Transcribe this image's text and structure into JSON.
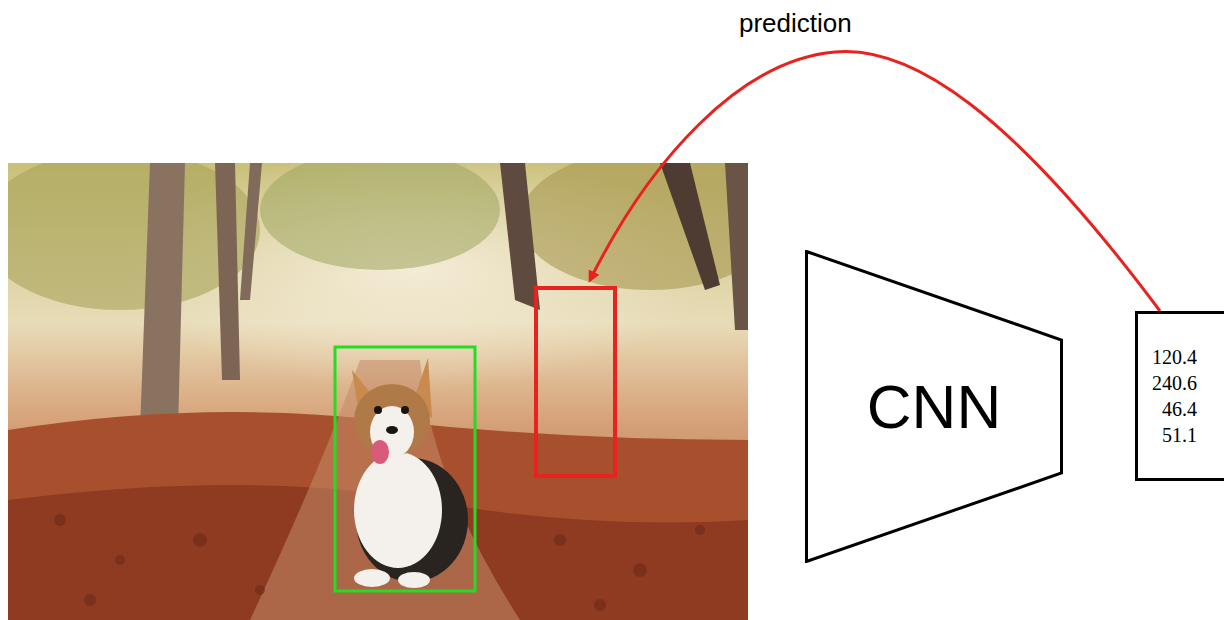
{
  "diagram": {
    "nodes": [
      {
        "text": [
          "CNN"
        ]
      },
      {
        "text": [
          "120.4 240.6 46.4 51.1"
        ]
      }
    ],
    "labels": [
      "prediction"
    ]
  }
}
